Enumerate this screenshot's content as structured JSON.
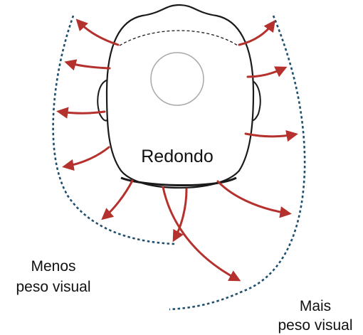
{
  "diagram": {
    "shape_label": "Redondo",
    "less_weight": {
      "line1": "Menos",
      "line2": "peso visual"
    },
    "more_weight": {
      "line1": "Mais",
      "line2": "peso visual"
    }
  },
  "colors": {
    "arrow": "#b5312d",
    "boundary": "#1f4f6e",
    "outline": "#1a1a1a",
    "crown_circle": "#a8a8a8",
    "background": "#ffffff"
  }
}
